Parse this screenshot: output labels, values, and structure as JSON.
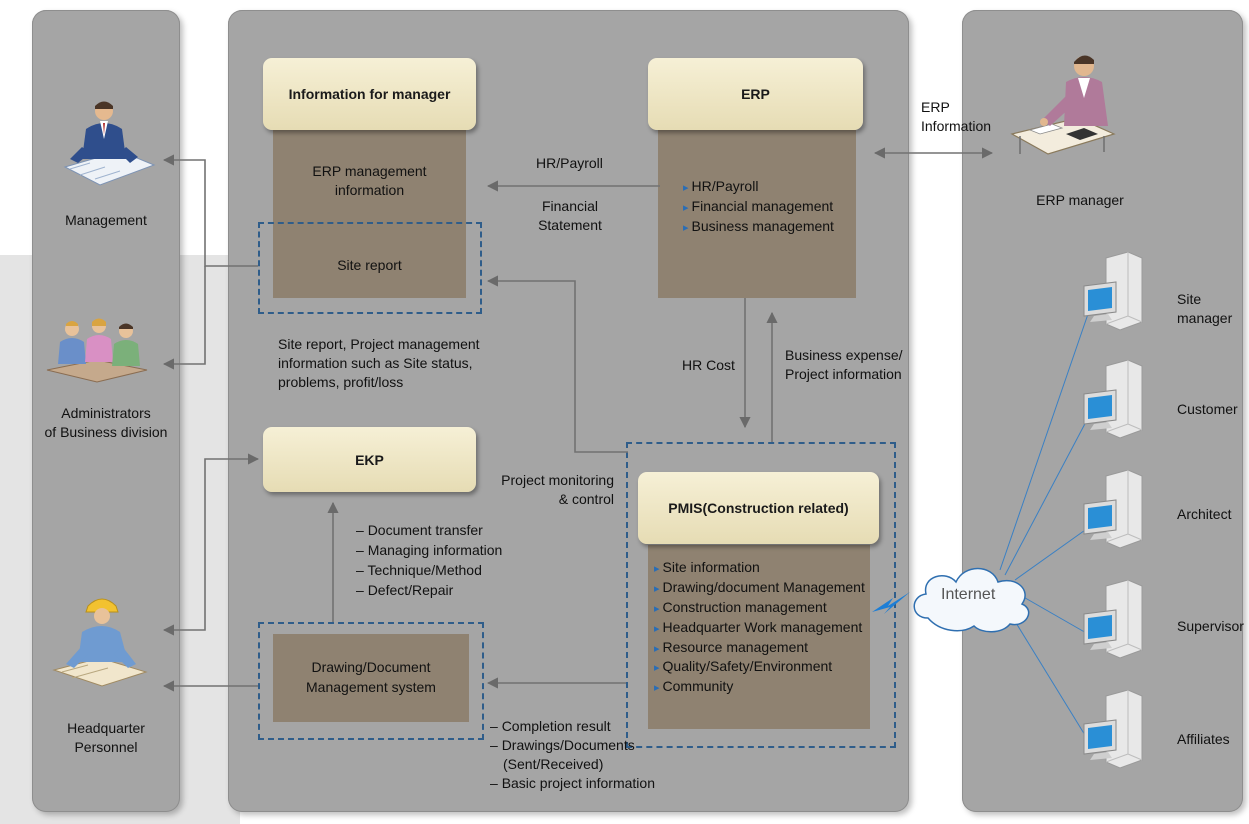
{
  "left_panel": {
    "management": "Management",
    "administrators_l1": "Administrators",
    "administrators_l2": "of Business division",
    "hq_l1": "Headquarter",
    "hq_l2": "Personnel"
  },
  "info_manager": {
    "title": "Information for manager",
    "erp_info_l1": "ERP management",
    "erp_info_l2": "information",
    "site_report": "Site report"
  },
  "erp": {
    "title": "ERP",
    "items": [
      "HR/Payroll",
      "Financial management",
      "Business management"
    ]
  },
  "ekp": {
    "title": "EKP"
  },
  "dms": {
    "title_l1": "Drawing/Document",
    "title_l2": "Management system"
  },
  "pmis": {
    "title": "PMIS(Construction related)",
    "items": [
      "Site information",
      "Drawing/document Management",
      "Construction management",
      "Headquarter Work management",
      "Resource management",
      "Quality/Safety/Environment",
      "Community"
    ]
  },
  "labels": {
    "hr_payroll": "HR/Payroll",
    "financial_l1": "Financial",
    "financial_l2": "Statement",
    "site_report_info_l1": "Site report, Project management",
    "site_report_info_l2": "information such as Site status,",
    "site_report_info_l3": "problems, profit/loss",
    "hr_cost": "HR Cost",
    "business_expense_l1": "Business expense/",
    "business_expense_l2": "Project information",
    "monitoring_l1": "Project monitoring",
    "monitoring_l2": "& control",
    "erp_information_l1": "ERP",
    "erp_information_l2": "Information",
    "internet": "Internet"
  },
  "ekp_items": [
    "Document transfer",
    "Managing information",
    "Technique/Method",
    "Defect/Repair"
  ],
  "pmis_outputs": {
    "completion": "Completion result",
    "drawings_l1": "Drawings/Documents",
    "drawings_l2": "(Sent/Received)",
    "basic": "Basic project information"
  },
  "right_panel": {
    "erp_manager": "ERP manager",
    "site_l1": "Site",
    "site_l2": "manager",
    "customer": "Customer",
    "architect": "Architect",
    "supervisor": "Supervisor",
    "affiliates": "Affiliates"
  },
  "colors": {
    "panel": "#a5a5a5",
    "title_box": "#efe6c4",
    "body_box": "#8f8271",
    "dashed_border": "#2f5d8a",
    "arrow": "#6a6a6a",
    "lightning": "#1c7ed6"
  },
  "icons": [
    "manager-person-icon",
    "business-meeting-icon",
    "engineer-icon",
    "erp-manager-desk-icon",
    "computer-terminal-icon",
    "internet-cloud-icon",
    "lightning-icon"
  ]
}
